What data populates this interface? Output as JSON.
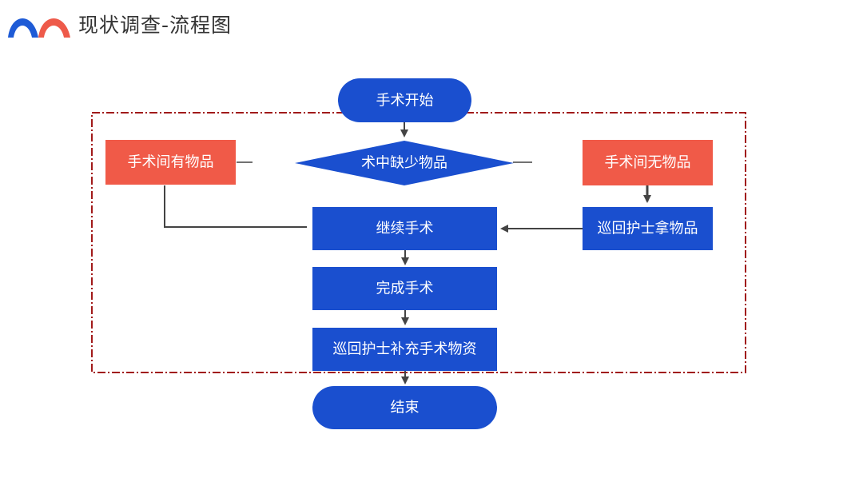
{
  "header": {
    "title": "现状调查-流程图",
    "logo_icon": "double-arch-logo-icon"
  },
  "colors": {
    "primary_blue": "#1a4fcf",
    "accent_red": "#f05a48",
    "dashed_border": "#a11a1a",
    "connector": "#444444",
    "logo_blue": "#1e5bd6",
    "logo_red": "#ee5a4a"
  },
  "nodes": {
    "start": "手术开始",
    "decision": "术中缺少物品",
    "has_items": "手术间有物品",
    "no_items": "手术间无物品",
    "continue": "继续手术",
    "fetch": "巡回护士拿物品",
    "complete": "完成手术",
    "replenish": "巡回护士补充手术物资",
    "end": "结束"
  }
}
